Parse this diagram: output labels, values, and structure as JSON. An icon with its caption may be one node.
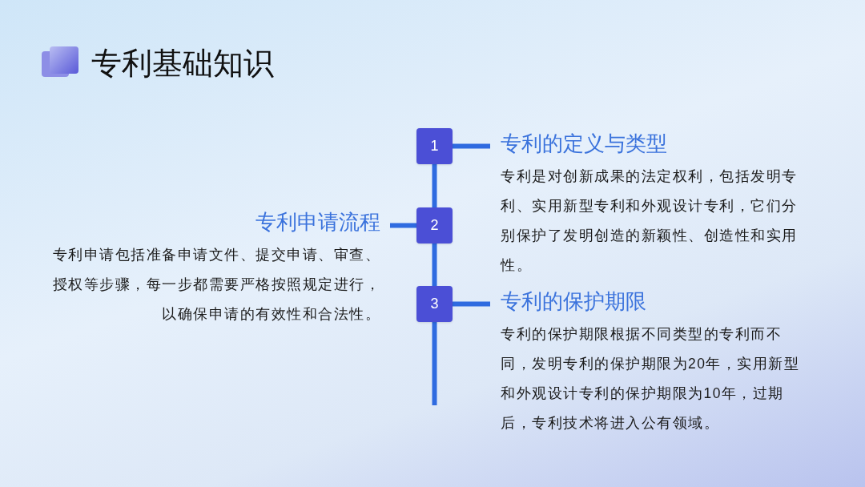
{
  "diagram": {
    "title": "专利基础知识",
    "nodes": [
      {
        "text": [
          "1"
        ]
      },
      {
        "text": [
          "2"
        ]
      },
      {
        "text": [
          "3"
        ]
      },
      {
        "text": [
          "专利的定义与类型",
          "专利是对创新成果的法定权利，包括发明专利、实用新型专利和外观设计专利，它们分别保护了发明创造的新颖性、创造性和实用性。"
        ]
      },
      {
        "text": [
          "专利申请流程",
          "专利申请包括准备申请文件、提交申请、审查、授权等步骤，每一步都需要严格按照规定进行，以确保申请的有效性和合法性。"
        ]
      },
      {
        "text": [
          "专利的保护期限",
          "专利的保护期限根据不同类型的专利而不同，发明专利的保护期限为20年，实用新型和外观设计专利的保护期限为10年，过期后，专利技术将进入公有领域。"
        ]
      }
    ],
    "edges": [
      {
        "from": 0,
        "to": 1,
        "arrow": "none"
      },
      {
        "from": 1,
        "to": 2,
        "arrow": "none"
      },
      {
        "from": 2,
        "to": null,
        "arrow": "none"
      },
      {
        "from": 0,
        "to": 3,
        "arrow": "none"
      },
      {
        "from": 1,
        "to": 4,
        "arrow": "none"
      },
      {
        "from": 2,
        "to": 5,
        "arrow": "none"
      }
    ]
  }
}
